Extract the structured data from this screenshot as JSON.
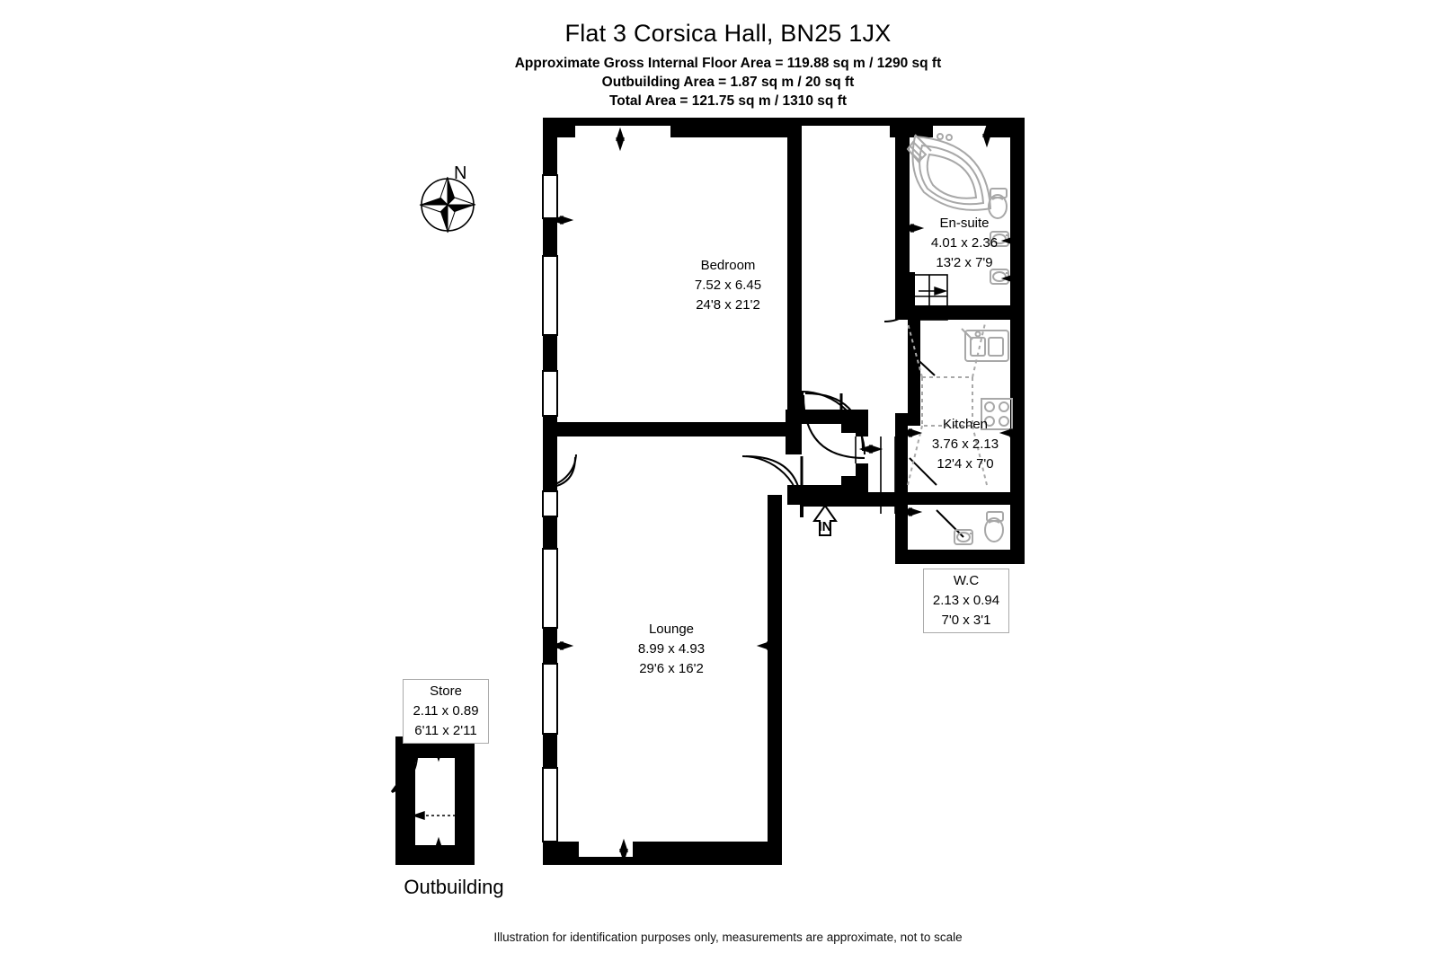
{
  "header": {
    "title": "Flat 3 Corsica Hall, BN25 1JX",
    "gross_internal": "Approximate Gross Internal Floor Area = 119.88 sq m / 1290 sq ft",
    "outbuilding_area": "Outbuilding Area = 1.87 sq m / 20 sq ft",
    "total_area": "Total Area = 121.75 sq m / 1310 sq ft"
  },
  "compass": {
    "label": "N",
    "icon": "compass-rose-icon"
  },
  "entrance": {
    "label": "IN",
    "icon": "entrance-arrow-icon"
  },
  "rooms": [
    {
      "id": "bedroom",
      "name": "Bedroom",
      "metric": "7.52 x 6.45",
      "imperial": "24'8 x 21'2",
      "boxed": false
    },
    {
      "id": "en-suite",
      "name": "En-suite",
      "metric": "4.01 x 2.36",
      "imperial": "13'2 x 7'9",
      "boxed": false
    },
    {
      "id": "kitchen",
      "name": "Kitchen",
      "metric": "3.76 x 2.13",
      "imperial": "12'4 x 7'0",
      "boxed": false
    },
    {
      "id": "wc",
      "name": "W.C",
      "metric": "2.13 x 0.94",
      "imperial": "7'0 x 3'1",
      "boxed": true
    },
    {
      "id": "lounge",
      "name": "Lounge",
      "metric": "8.99 x 4.93",
      "imperial": "29'6 x 16'2",
      "boxed": false
    },
    {
      "id": "store",
      "name": "Store",
      "metric": "2.11 x 0.89",
      "imperial": "6'11 x 2'11",
      "boxed": true
    }
  ],
  "outbuilding": {
    "caption": "Outbuilding"
  },
  "footer": {
    "disclaimer": "Illustration for identification purposes only, measurements are approximate, not to scale"
  },
  "colors": {
    "wall": "#000000",
    "background": "#ffffff",
    "fixture_line": "#9a9a9a",
    "text": "#000000"
  }
}
